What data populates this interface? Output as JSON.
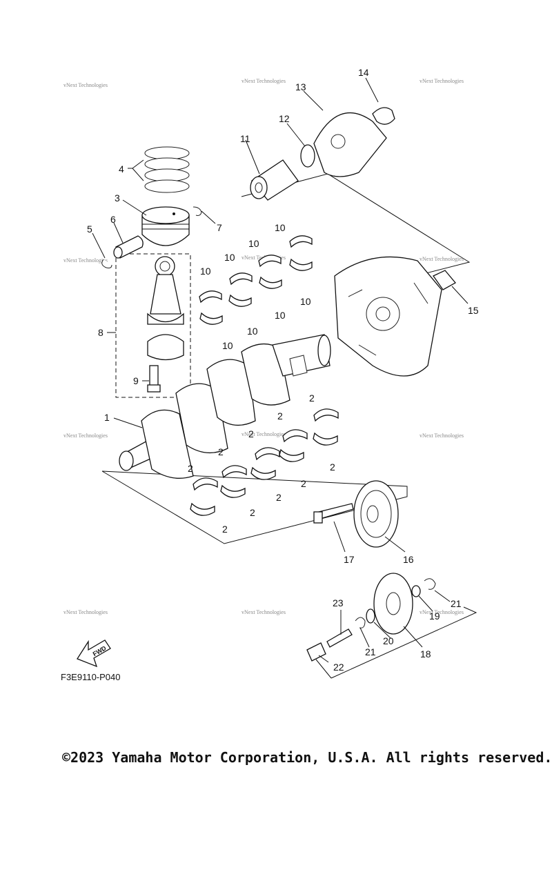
{
  "diagram": {
    "code": "F3E9110-P040",
    "watermark": "vNext Technologies",
    "fwd_label": "FWD",
    "callouts": [
      "1",
      "2",
      "3",
      "4",
      "5",
      "6",
      "7",
      "8",
      "9",
      "10",
      "11",
      "12",
      "13",
      "14",
      "15",
      "16",
      "17",
      "18",
      "19",
      "20",
      "21",
      "22",
      "23"
    ]
  },
  "footer": {
    "copyright": "©2023 Yamaha Motor Corporation, U.S.A. All rights reserved."
  }
}
